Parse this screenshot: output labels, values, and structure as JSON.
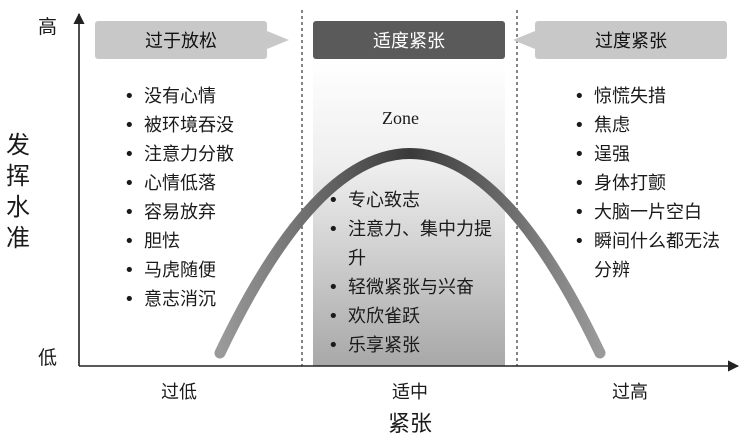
{
  "y_axis": {
    "label": "发挥水准",
    "top": "高",
    "bottom": "低"
  },
  "x_axis": {
    "title": "紧张",
    "ticks": [
      "过低",
      "适中",
      "过高"
    ]
  },
  "headers": {
    "left": "过于放松",
    "center": "适度紧张",
    "right": "过度紧张"
  },
  "left_list": [
    "没有心情",
    "被环境吞没",
    "注意力分散",
    "心情低落",
    "容易放弃",
    "胆怯",
    "马虎随便",
    "意志消沉"
  ],
  "right_list": [
    "惊慌失措",
    "焦虑",
    "逞强",
    "身体打颤",
    "大脑一片空白",
    "瞬间什么都无法分辨"
  ],
  "center_list": [
    "专心致志",
    "注意力、集中力提升",
    "轻微紧张与兴奋",
    "欢欣雀跃",
    "乐享紧张"
  ],
  "zone_label": "Zone",
  "colors": {
    "side_header": "#c8c8c8",
    "center_header": "#5a5a5a",
    "zone_top": "#ffffff",
    "zone_bottom": "#a9a9a9",
    "curve": "#555555"
  }
}
